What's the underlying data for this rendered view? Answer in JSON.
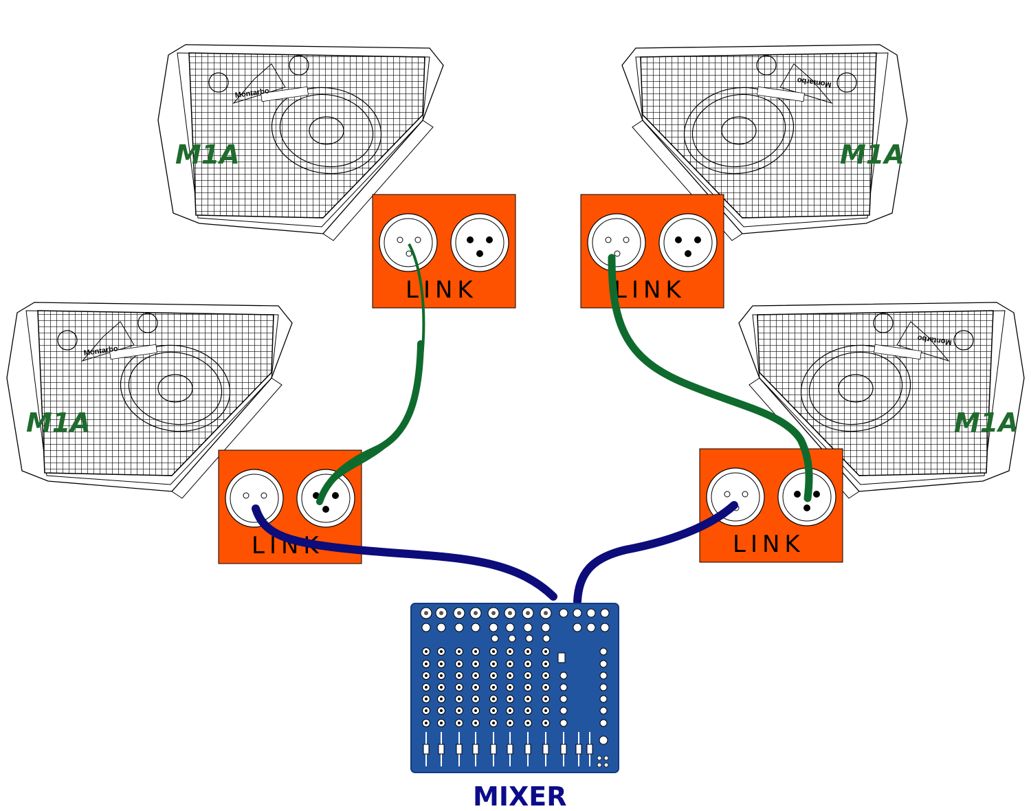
{
  "speakers": [
    {
      "model": "M1A",
      "brand": "Montarbo",
      "position": "top-left"
    },
    {
      "model": "M1A",
      "brand": "Montarbo",
      "position": "top-right"
    },
    {
      "model": "M1A",
      "brand": "Montarbo",
      "position": "bottom-left"
    },
    {
      "model": "M1A",
      "brand": "Montarbo",
      "position": "bottom-right"
    }
  ],
  "link_panels": [
    {
      "label": "LINK"
    },
    {
      "label": "LINK"
    },
    {
      "label": "LINK"
    },
    {
      "label": "LINK"
    }
  ],
  "mixer": {
    "label": "MIXER"
  },
  "colors": {
    "panel": "#ff5200",
    "link_cable": "#0f6a2d",
    "mixer_cable": "#0c0c7a",
    "mixer_body": "#2255a0",
    "model_text": "#1f6b2d"
  }
}
